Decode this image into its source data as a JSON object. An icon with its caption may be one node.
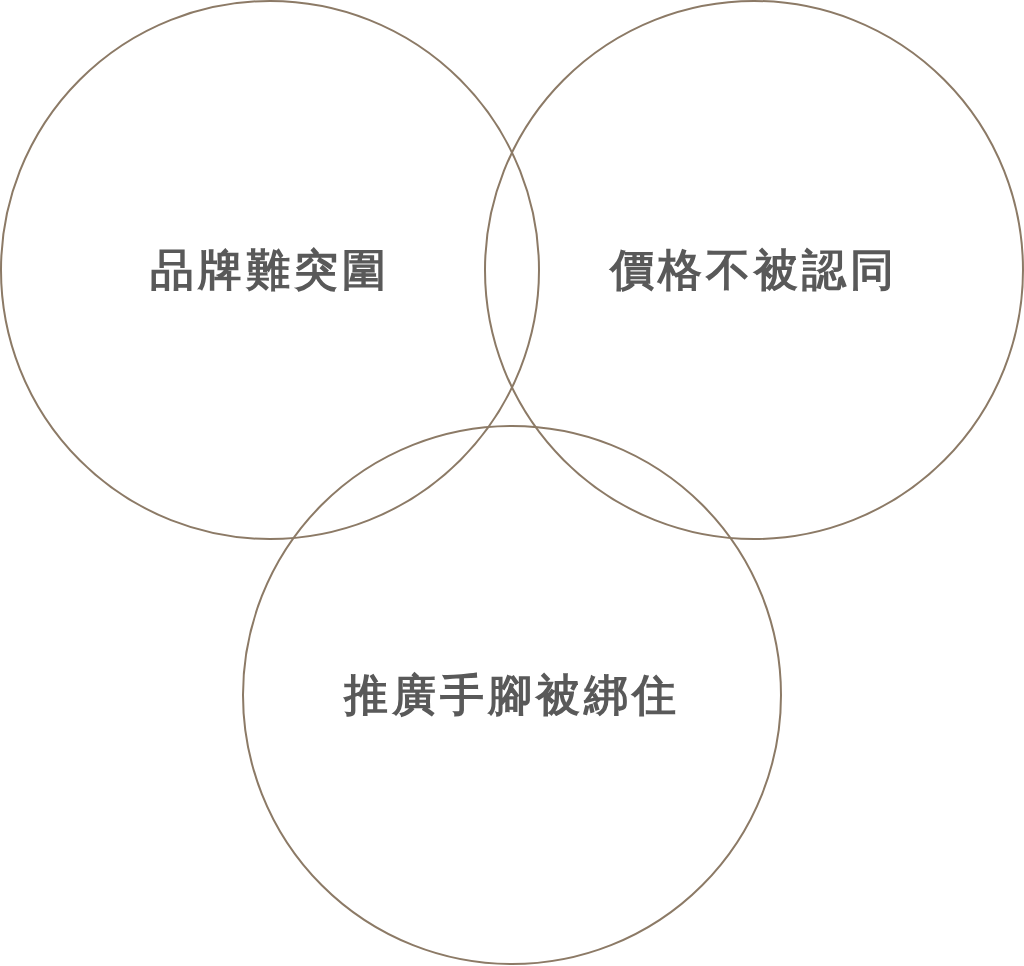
{
  "diagram": {
    "nodes": [
      {
        "text": [
          "品牌難突圍"
        ]
      },
      {
        "text": [
          "價格不被認同"
        ]
      },
      {
        "text": [
          "推廣手腳被綁住"
        ]
      }
    ]
  }
}
